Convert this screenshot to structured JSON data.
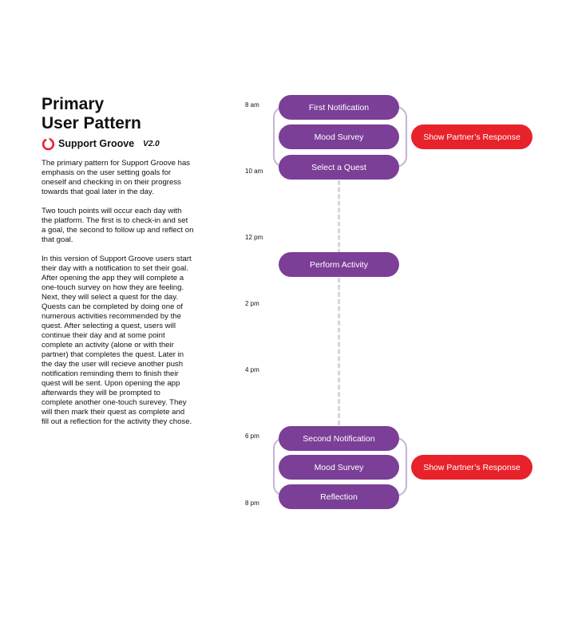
{
  "header": {
    "title_line1": "Primary",
    "title_line2": "User Pattern",
    "brand_name": "Support Groove",
    "version": "V2.0"
  },
  "description": {
    "p1": "The primary pattern for Support Groove has\nemphasis on the user setting goals  for\noneself and checking in on their progress\ntowards that goal later in the day.",
    "p2": "Two touch points will occur each day with\nthe platform. The first is to check-in and set\na goal, the second to follow up and reflect on\nthat goal.",
    "p3": "In this version of Support Groove users start\ntheir day with a notification to set their goal.\nAfter opening the app they will complete a\none-touch survey on how they are feeling.\nNext, they will select a quest for the day.\nQuests can be completed by doing one of\nnumerous activities recommended by the\nquest. After selecting a quest, users will\ncontinue their day and at some point\ncomplete an activity (alone or with their\npartner) that completes the quest. Later in\nthe day the user will recieve another push\nnotification reminding them to finish their\nquest will be sent. Upon opening the app\nafterwards they will be prompted to\ncomplete another one-touch surevey. They\nwill then mark their quest as complete and\nfill out a reflection for the activity they chose."
  },
  "timeline": {
    "times": [
      "8 am",
      "10 am",
      "12 pm",
      "2 pm",
      "4 pm",
      "6  pm",
      "8 pm"
    ],
    "steps": [
      "First Notification",
      "Mood Survey",
      "Select a Quest",
      "Perform Activity",
      "Second Notification",
      "Mood Survey",
      "Reflection"
    ],
    "partner_buttons": [
      "Show Partner’s Response",
      "Show Partner’s Response"
    ]
  },
  "colors": {
    "step_pill": "#7b3f97",
    "partner_button": "#e8222a",
    "bracket": "#c6b5d6",
    "dashed_line": "#d6d6d6",
    "brand_icon": "#e8222a"
  }
}
